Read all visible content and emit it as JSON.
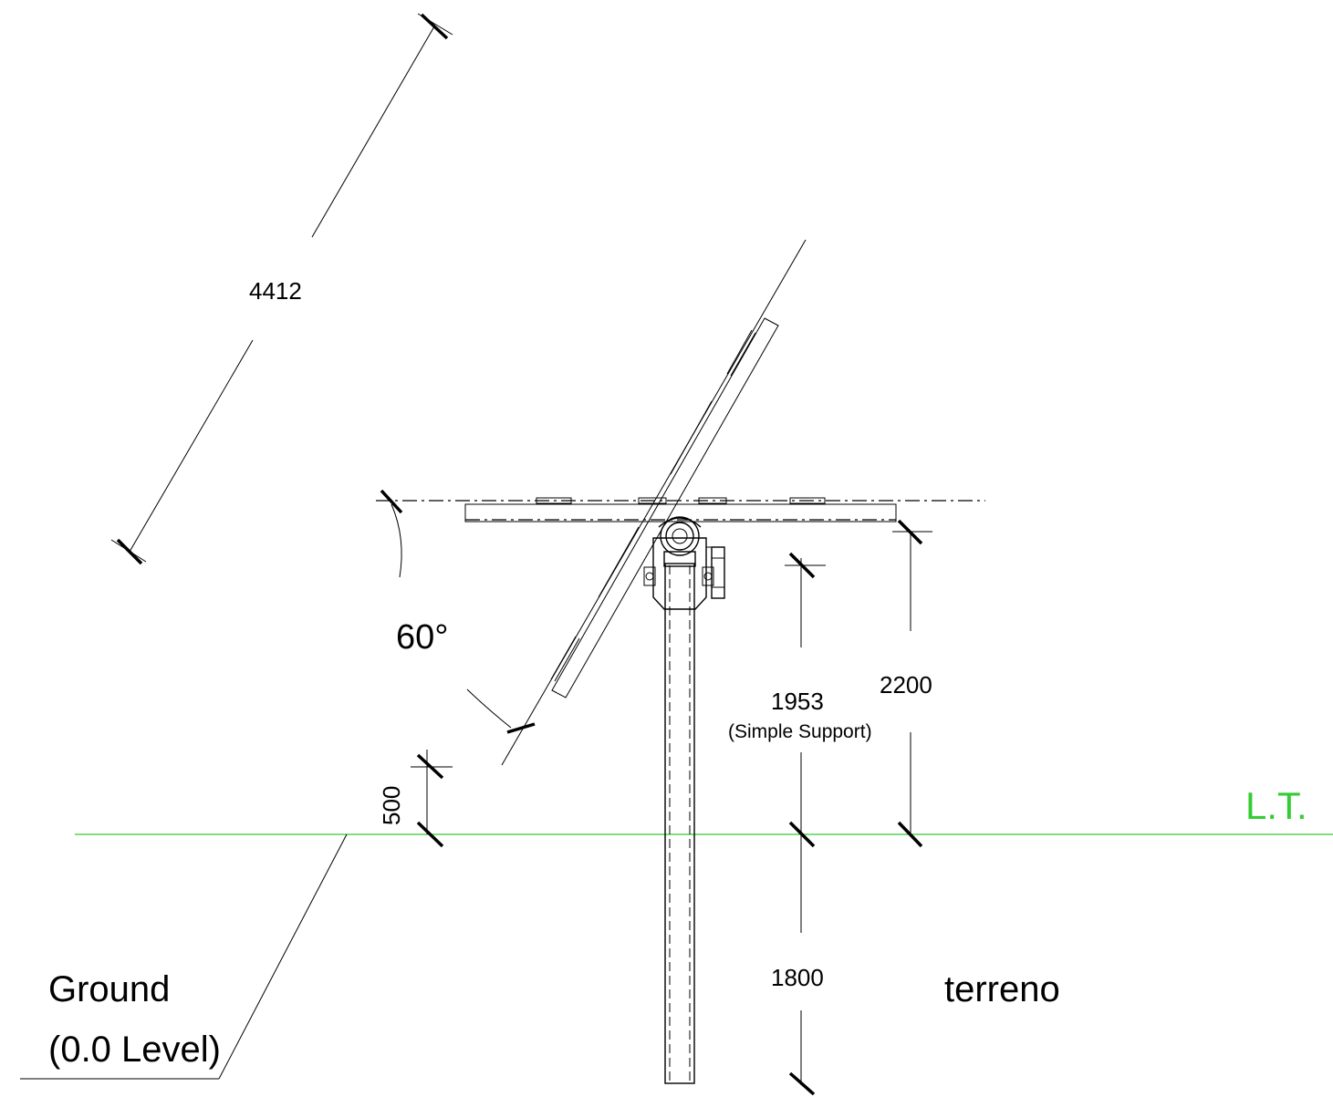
{
  "dimensions": {
    "panel_length": "4412",
    "simple_support_height": "1953",
    "simple_support_note": "(Simple Support)",
    "pivot_height": "2200",
    "min_clearance": "500",
    "embedment_depth": "1800"
  },
  "tilt_angle": "60°",
  "labels": {
    "terrain_line": "L.T.",
    "ground_line1": "Ground",
    "ground_line2": "(0.0 Level)",
    "terrain_word": "terreno"
  },
  "colors": {
    "ground_line": "#33cc33",
    "line": "#000000",
    "background": "#ffffff"
  }
}
